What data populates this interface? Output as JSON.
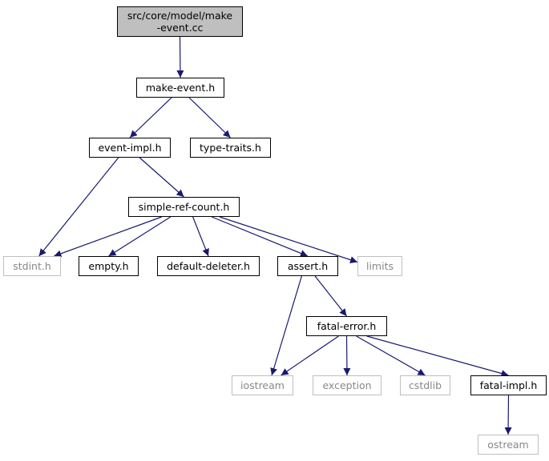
{
  "diagram": {
    "edge_color": "#191970",
    "root_fill": "#bfbfbf",
    "external_border": "#bfbfbf",
    "nodes": {
      "root": {
        "line1": "src/core/model/make",
        "line2": "-event.cc"
      },
      "make_event_h": "make-event.h",
      "event_impl_h": "event-impl.h",
      "type_traits_h": "type-traits.h",
      "simple_ref_count_h": "simple-ref-count.h",
      "stdint_h": "stdint.h",
      "empty_h": "empty.h",
      "default_deleter_h": "default-deleter.h",
      "assert_h": "assert.h",
      "limits": "limits",
      "fatal_error_h": "fatal-error.h",
      "iostream": "iostream",
      "exception": "exception",
      "cstdlib": "cstdlib",
      "fatal_impl_h": "fatal-impl.h",
      "ostream": "ostream"
    },
    "external_nodes": [
      "stdint_h",
      "limits",
      "iostream",
      "exception",
      "cstdlib",
      "ostream"
    ],
    "edges": [
      [
        "root",
        "make_event_h"
      ],
      [
        "make_event_h",
        "event_impl_h"
      ],
      [
        "make_event_h",
        "type_traits_h"
      ],
      [
        "event_impl_h",
        "stdint_h"
      ],
      [
        "event_impl_h",
        "simple_ref_count_h"
      ],
      [
        "simple_ref_count_h",
        "stdint_h"
      ],
      [
        "simple_ref_count_h",
        "empty_h"
      ],
      [
        "simple_ref_count_h",
        "default_deleter_h"
      ],
      [
        "simple_ref_count_h",
        "assert_h"
      ],
      [
        "simple_ref_count_h",
        "limits"
      ],
      [
        "assert_h",
        "iostream"
      ],
      [
        "assert_h",
        "fatal_error_h"
      ],
      [
        "fatal_error_h",
        "iostream"
      ],
      [
        "fatal_error_h",
        "exception"
      ],
      [
        "fatal_error_h",
        "cstdlib"
      ],
      [
        "fatal_error_h",
        "fatal_impl_h"
      ],
      [
        "fatal_impl_h",
        "ostream"
      ]
    ]
  }
}
